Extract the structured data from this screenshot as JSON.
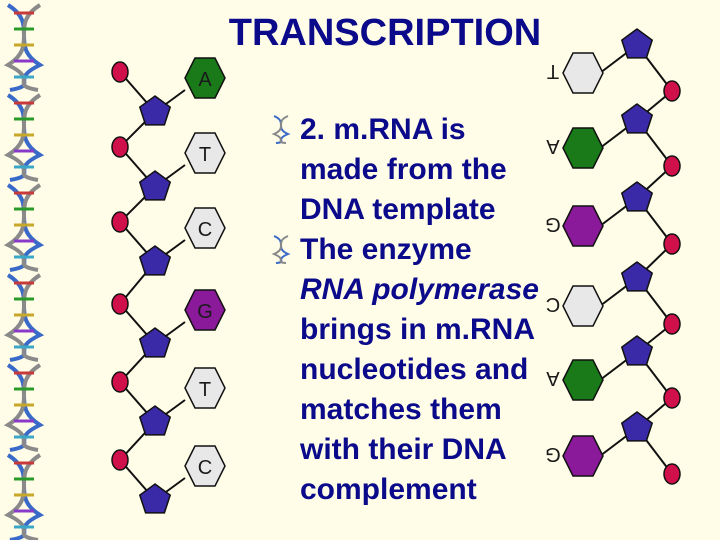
{
  "title": "TRANSCRIPTION",
  "bullets": [
    {
      "lines": [
        "2. m.RNA is",
        "made from the",
        "DNA template"
      ]
    },
    {
      "lines": [
        "The enzyme",
        "RNA polymerase",
        "brings in m.RNA",
        "nucleotides and",
        "matches them",
        "with their DNA",
        "complement"
      ]
    }
  ],
  "left_strand": {
    "bases": [
      {
        "letter": "A",
        "color": "#1a7a1a"
      },
      {
        "letter": "T",
        "color": "#e8e8e8"
      },
      {
        "letter": "C",
        "color": "#e8e8e8"
      },
      {
        "letter": "G",
        "color": "#8a1a9a"
      },
      {
        "letter": "T",
        "color": "#e8e8e8"
      },
      {
        "letter": "C",
        "color": "#e8e8e8"
      }
    ]
  },
  "right_strand": {
    "bases": [
      {
        "letter": "T",
        "color": "#e8e8e8"
      },
      {
        "letter": "A",
        "color": "#1a7a1a"
      },
      {
        "letter": "G",
        "color": "#8a1a9a"
      },
      {
        "letter": "C",
        "color": "#e8e8e8"
      },
      {
        "letter": "A",
        "color": "#1a7a1a"
      },
      {
        "letter": "G",
        "color": "#8a1a9a"
      }
    ]
  },
  "colors": {
    "phosphate": "#d0104a",
    "sugar": "#3a2aa8",
    "text": "#0a0a8a"
  }
}
